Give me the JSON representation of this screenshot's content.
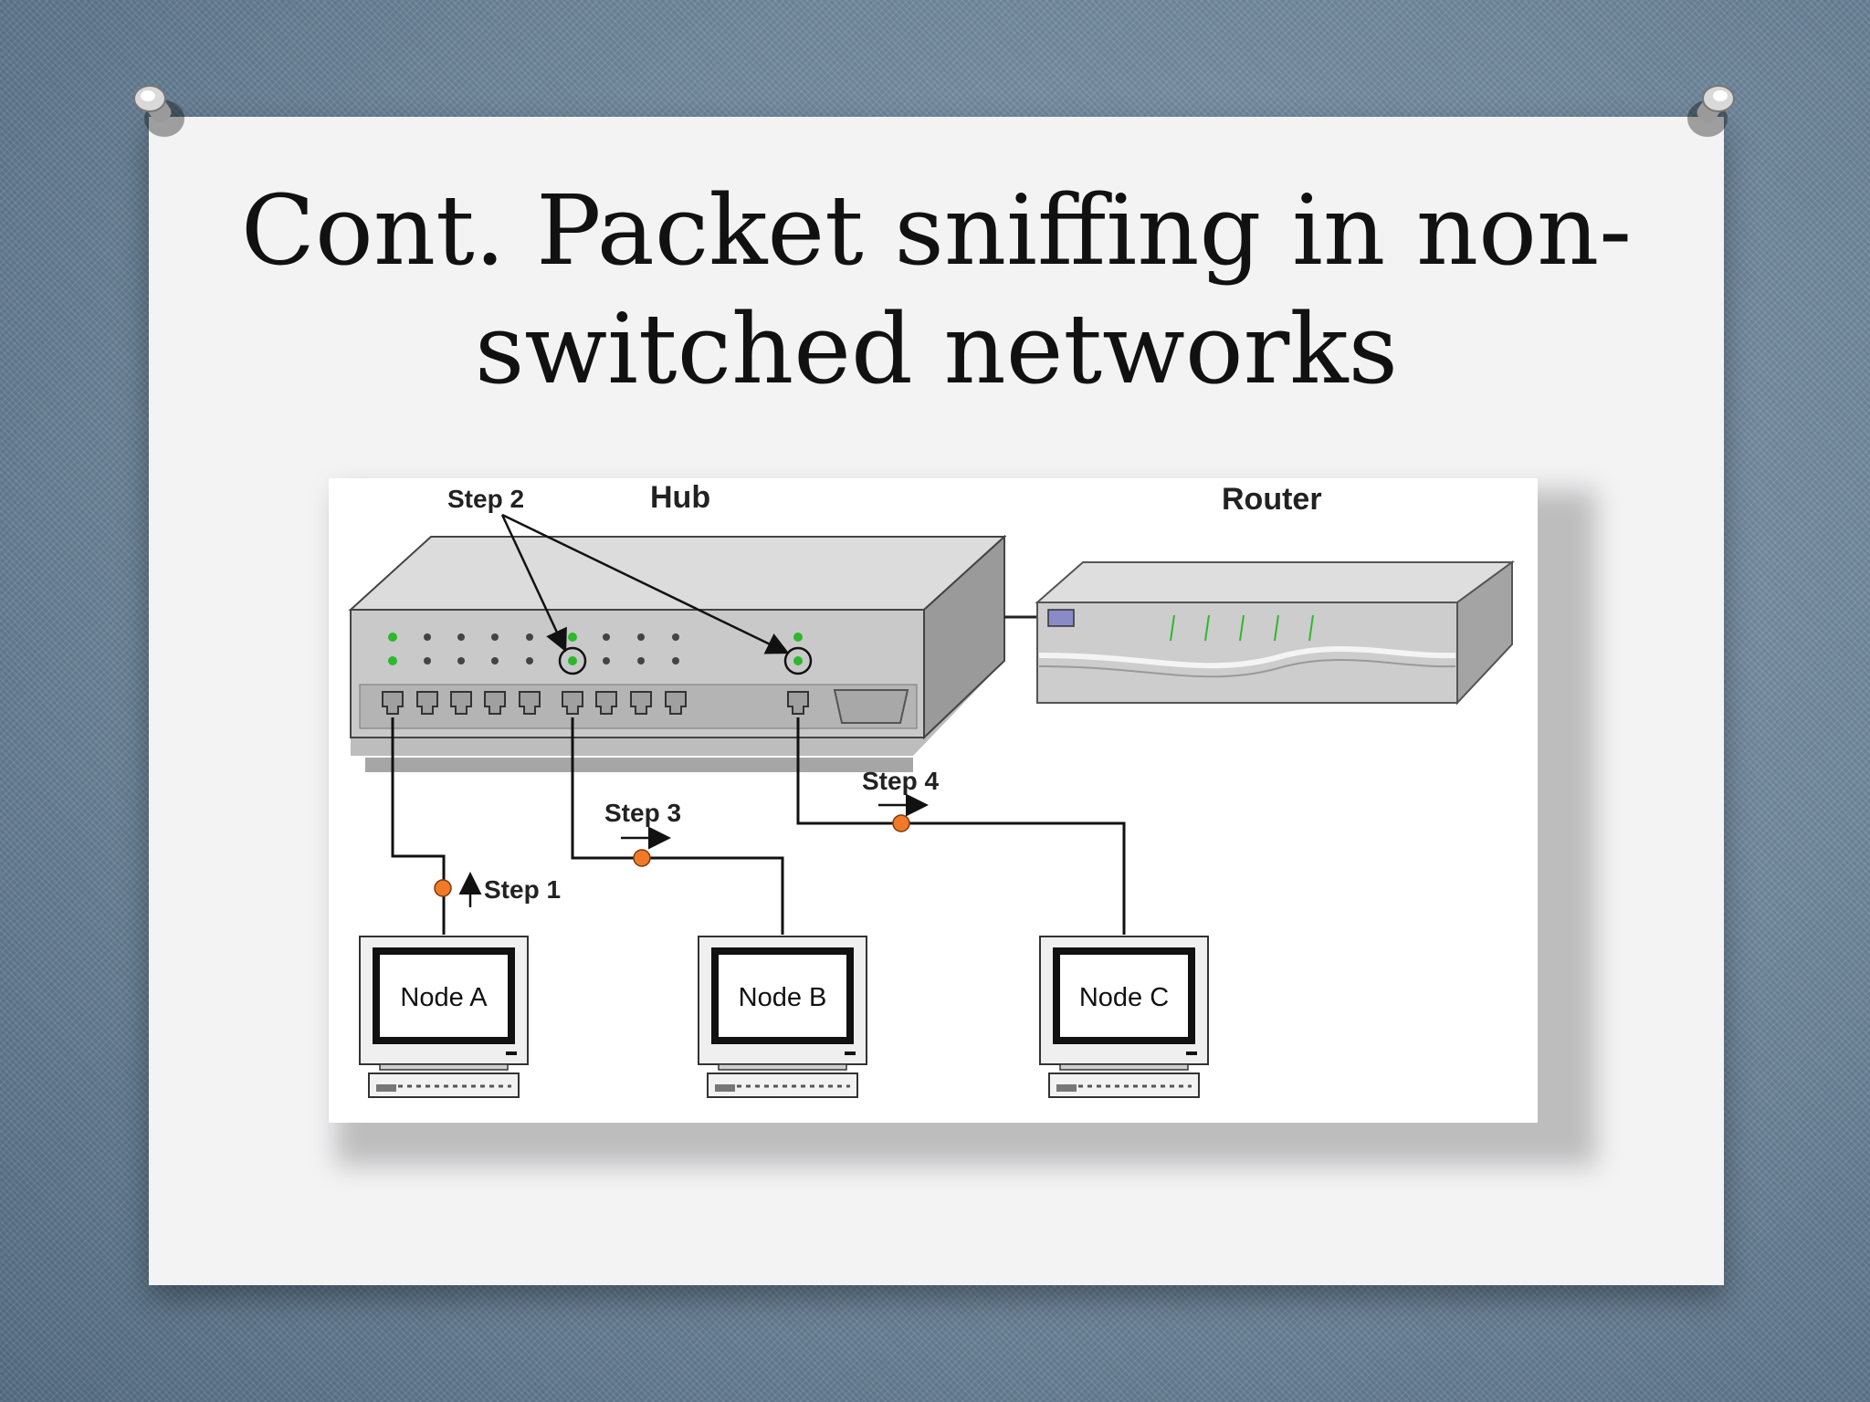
{
  "slide": {
    "title_line1": "Cont. Packet sniffing in non-",
    "title_line2": "switched networks"
  },
  "diagram": {
    "hub_label": "Hub",
    "router_label": "Router",
    "steps": {
      "step1": "Step 1",
      "step2": "Step 2",
      "step3": "Step 3",
      "step4": "Step 4"
    },
    "nodes": [
      {
        "label": "Node A"
      },
      {
        "label": "Node B"
      },
      {
        "label": "Node C"
      }
    ],
    "colors": {
      "led_active": "#2db82d",
      "packet": "#f07a28",
      "device_body": "#c9c9c9"
    },
    "icons": [
      "push-pin-icon",
      "hub-icon",
      "router-icon",
      "computer-icon",
      "keyboard-icon",
      "arrow-icon"
    ]
  }
}
